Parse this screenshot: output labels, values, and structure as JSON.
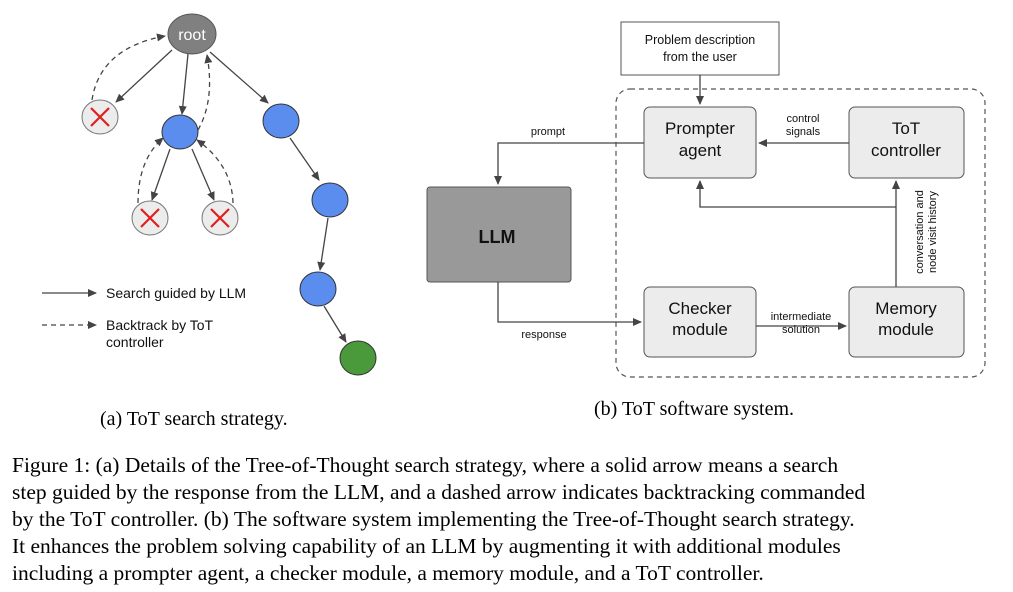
{
  "panel_a": {
    "root_label": "root",
    "legend": {
      "solid": "Search guided by LLM",
      "dashed_line1": "Backtrack by ToT",
      "dashed_line2": "controller"
    },
    "subcaption": "(a) ToT search strategy.",
    "colors": {
      "root": "#808080",
      "visited": "#5b8def",
      "goal": "#4a9a3c",
      "failed_fill": "#ececec",
      "cross": "#e02020"
    }
  },
  "panel_b": {
    "problem_line1": "Problem description",
    "problem_line2": "from the user",
    "prompter_line1": "Prompter",
    "prompter_line2": "agent",
    "tot_line1": "ToT",
    "tot_line2": "controller",
    "llm": "LLM",
    "checker_line1": "Checker",
    "checker_line2": "module",
    "memory_line1": "Memory",
    "memory_line2": "module",
    "prompt": "prompt",
    "response": "response",
    "control_line1": "control",
    "control_line2": "signals",
    "intermediate_line1": "intermediate",
    "intermediate_line2": "solution",
    "history_line1": "conversation and",
    "history_line2": "node visit history",
    "subcaption": "(b) ToT software system."
  },
  "caption": {
    "lines": [
      "Figure 1: (a) Details of the Tree-of-Thought search strategy, where a solid arrow means a search",
      "step guided by the response from the LLM, and a dashed arrow indicates backtracking commanded",
      "by the ToT controller. (b) The software system implementing the Tree-of-Thought search strategy.",
      "It enhances the problem solving capability of an LLM by augmenting it with additional modules",
      "including a prompter agent, a checker module, a memory module, and a ToT controller."
    ]
  }
}
